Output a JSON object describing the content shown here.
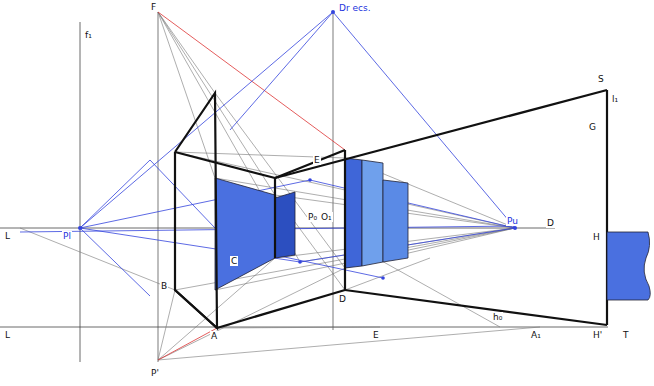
{
  "diagram": {
    "labels": [
      "F",
      "Dr ecs.",
      "f₁",
      "S",
      "l₁",
      "G",
      "L",
      "Pl",
      "E",
      "P₀",
      "O₁",
      "C",
      "B",
      "D",
      "A",
      "E",
      "h₀",
      "A₁",
      "Pu",
      "D",
      "H",
      "L",
      "H'",
      "T",
      "P'"
    ]
  }
}
